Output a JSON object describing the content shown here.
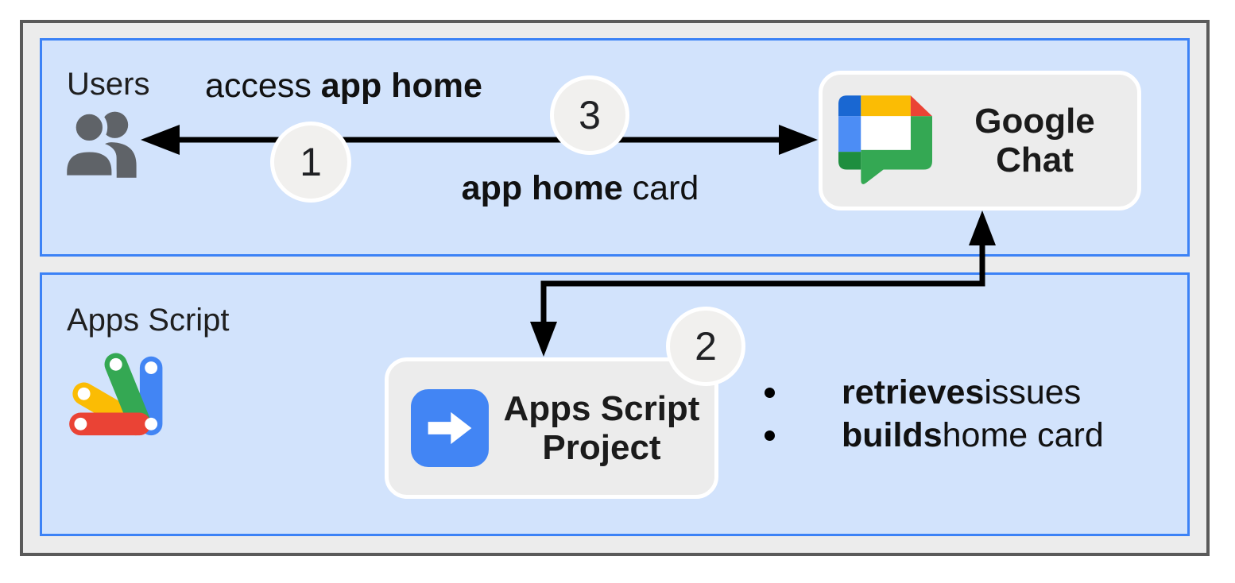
{
  "diagram_title": "Google Chat app home flow with Apps Script",
  "colors": {
    "page_bg": "#ffffff",
    "frame_bg": "#ececec",
    "frame_border": "#5a5a5a",
    "panel_bg": "#d2e3fc",
    "panel_border": "#3c82f6",
    "card_bg": "#ececec",
    "card_border": "#ffffff",
    "step_circle_bg": "#f1f0ee",
    "arrow": "#000000",
    "text": "#1f1f1f",
    "users_icon_gray": "#5f6368",
    "project_icon_blue": "#4285f4",
    "google_blue_dark": "#1967d2",
    "google_blue": "#4c8df5",
    "google_yellow": "#fbbc04",
    "google_red": "#ea4335",
    "google_green": "#34a853",
    "google_green_dark": "#1e8e3e"
  },
  "panels": {
    "users": {
      "label": "Users"
    },
    "apps_script": {
      "label": "Apps Script"
    }
  },
  "steps": {
    "step1": "1",
    "step2": "2",
    "step3": "3"
  },
  "labels": {
    "access": {
      "normal": "access ",
      "bold": "app home"
    },
    "home_card": {
      "bold": "app home",
      "normal": " card"
    }
  },
  "nodes": {
    "google_chat": {
      "line1": "Google",
      "line2": "Chat"
    },
    "apps_script_project": {
      "line1": "Apps Script",
      "line2": "Project"
    }
  },
  "bullets": [
    {
      "bold": "retrieves",
      "normal": " issues"
    },
    {
      "bold": "builds",
      "normal": " home card"
    }
  ]
}
